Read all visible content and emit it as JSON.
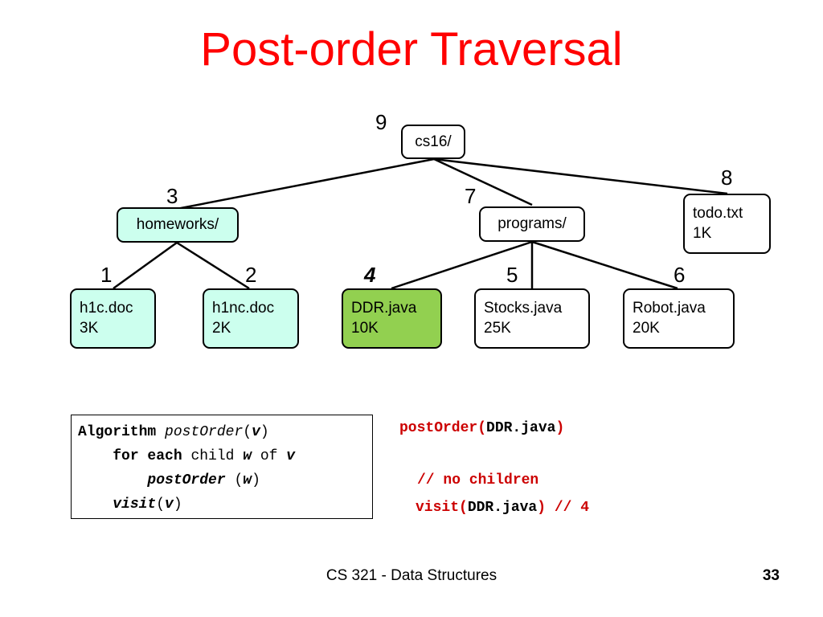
{
  "slide": {
    "title": "Post-order Traversal",
    "footer": "CS 321 - Data Structures",
    "page_number": "33"
  },
  "tree": {
    "root": {
      "label": "cs16/",
      "order": "9"
    },
    "homeworks": {
      "label": "homeworks/",
      "order": "3"
    },
    "programs": {
      "label": "programs/",
      "order": "7"
    },
    "todo": {
      "name": "todo.txt",
      "size": "1K",
      "order": "8"
    },
    "h1c": {
      "name": "h1c.doc",
      "size": "3K",
      "order": "1"
    },
    "h1nc": {
      "name": "h1nc.doc",
      "size": "2K",
      "order": "2"
    },
    "ddr": {
      "name": "DDR.java",
      "size": "10K",
      "order": "4"
    },
    "stocks": {
      "name": "Stocks.java",
      "size": "25K",
      "order": "5"
    },
    "robot": {
      "name": "Robot.java",
      "size": "20K",
      "order": "6"
    }
  },
  "algorithm": {
    "line1": {
      "kw": "Algorithm ",
      "fn": "postOrder",
      "open": "(",
      "arg": "v",
      "close": ")"
    },
    "line2": {
      "indent": "    ",
      "kw1": "for each",
      "mid": " child ",
      "w": "w",
      "of": " of ",
      "v": "v"
    },
    "line3": {
      "indent": "        ",
      "fn": "postOrder",
      "open": " (",
      "arg": "w",
      "close": ")"
    },
    "line4": {
      "indent": "    ",
      "fn": "visit",
      "open": "(",
      "arg": "v",
      "close": ")"
    }
  },
  "trace": {
    "call": {
      "fn": "postOrder(",
      "arg": "DDR.java",
      "close": ")"
    },
    "comment": "// no children",
    "visit": {
      "fn": "visit(",
      "arg": "DDR.java",
      "close": ")",
      "comment": " // 4"
    }
  },
  "colors": {
    "title": "#ff0000",
    "directory_fill": "#ccffee",
    "current_fill": "#92d050",
    "trace_red": "#cc0000"
  }
}
